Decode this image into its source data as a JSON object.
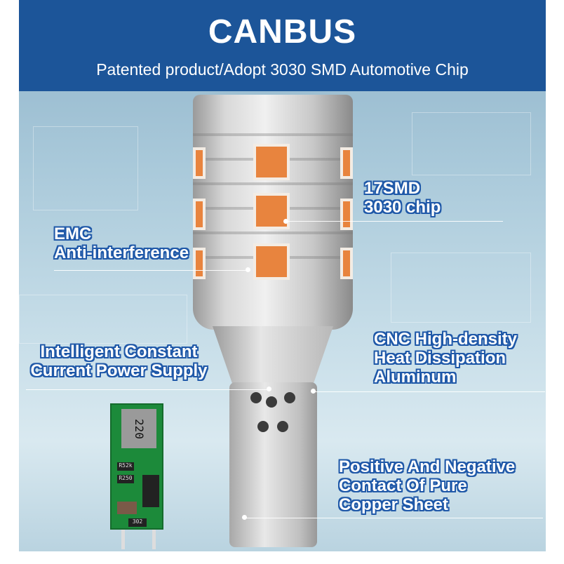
{
  "banner": {
    "title": "CANBUS",
    "subtitle": "Patented product/Adopt 3030 SMD Automotive Chip"
  },
  "labels": {
    "smd": [
      "17SMD",
      "3030 chip"
    ],
    "emc": [
      "EMC",
      "Anti-interference"
    ],
    "power": [
      "Intelligent Constant",
      "Current Power Supply"
    ],
    "cnc": [
      "CNC High-density",
      "Heat Dissipation",
      "Aluminum"
    ],
    "contact": [
      "Positive And Negative",
      "Contact Of Pure",
      "Copper Sheet"
    ]
  },
  "pcb": {
    "inductor": "220",
    "r1": "R52k",
    "r2": "R250",
    "r3": "302"
  },
  "colors": {
    "banner": "#1c5599",
    "led": "#e8843e",
    "outline": "#1f58a8"
  }
}
